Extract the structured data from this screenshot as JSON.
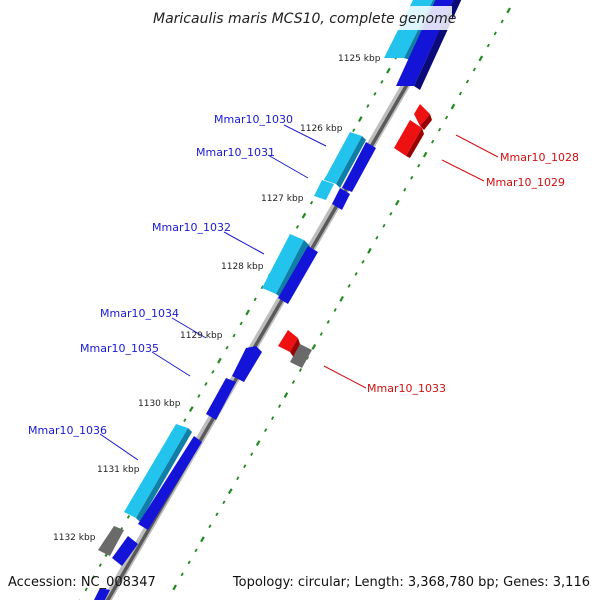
{
  "title": "Maricaulis maris MCS10, complete genome",
  "footer": {
    "accession": "Accession: NC_008347",
    "summary": "Topology: circular; Length: 3,368,780 bp; Genes: 3,116"
  },
  "colors": {
    "backbone": "#8a8a8a",
    "tick": "#1e8a1e",
    "gene_dark_blue": "#1414d8",
    "gene_light_blue": "#22c4ee",
    "gene_red": "#ee1111",
    "gene_gray": "#6a6a6a",
    "label_blue": "#1a1ad4",
    "label_red": "#d01010"
  },
  "kbp_labels": [
    "1125 kbp",
    "1126 kbp",
    "1127 kbp",
    "1128 kbp",
    "1129 kbp",
    "1130 kbp",
    "1131 kbp",
    "1132 kbp"
  ],
  "genes_forward": [
    "Mmar10_1030",
    "Mmar10_1031",
    "Mmar10_1032",
    "Mmar10_1034",
    "Mmar10_1035",
    "Mmar10_1036"
  ],
  "genes_reverse": [
    "Mmar10_1028",
    "Mmar10_1029",
    "Mmar10_1033"
  ]
}
